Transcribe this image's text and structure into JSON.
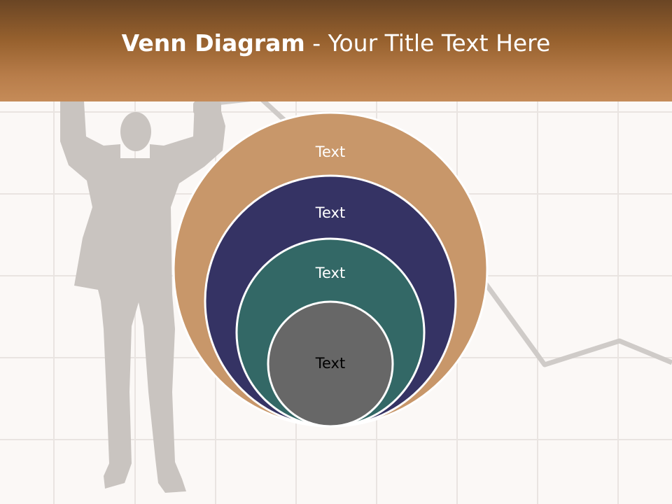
{
  "header": {
    "title_bold": "Venn Diagram",
    "title_rest": " - Your Title Text Here"
  },
  "diagram": {
    "circles": [
      {
        "label": "Text",
        "fill": "#c8976a",
        "text_color": "#ffffff"
      },
      {
        "label": "Text",
        "fill": "#353364",
        "text_color": "#ffffff"
      },
      {
        "label": "Text",
        "fill": "#336866",
        "text_color": "#ffffff"
      },
      {
        "label": "Text",
        "fill": "#676767",
        "text_color": "#000000"
      }
    ]
  },
  "colors": {
    "header_dark": "#6a4524",
    "header_light": "#c58b58",
    "background": "#fbf8f6",
    "grid_line": "#e9e4e1",
    "trend_line": "#cfcbc8"
  }
}
